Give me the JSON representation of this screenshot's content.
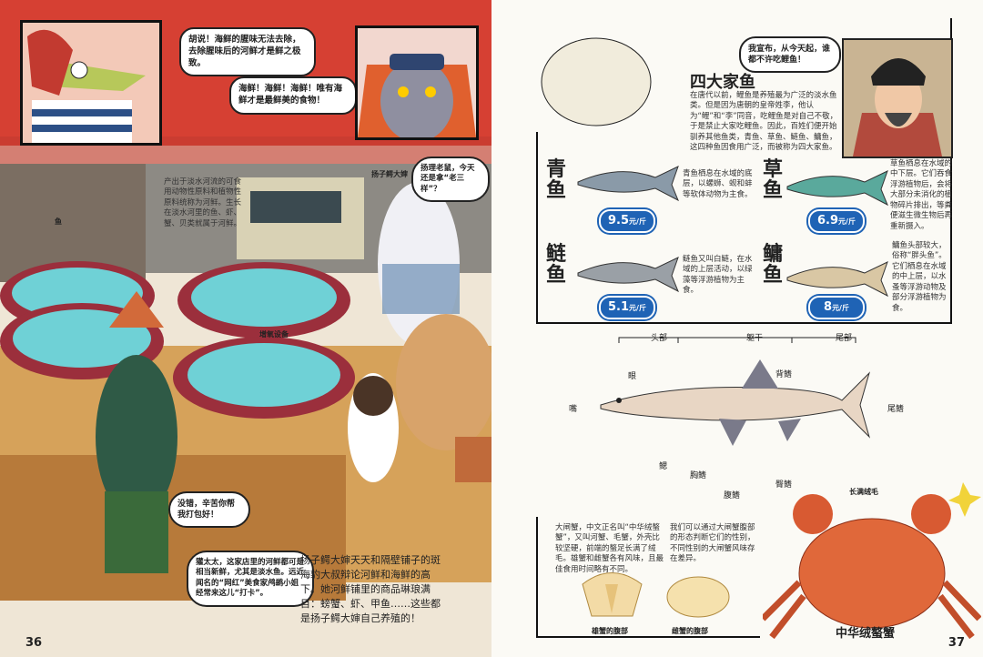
{
  "left_page": {
    "bubble_1": "胡说！海鲜的腥味无法去除，去除腥味后的河鲜才是鲜之极致。",
    "bubble_2": "海鲜！海鲜！海鲜！唯有海鲜才是最鲜美的食物！",
    "intro": "产出于淡水河流的可食用动物性原料和植物性原料统称为河鲜。生长在淡水河里的鱼、虾、蟹、贝类就属于河鲜。",
    "shop_sign": "鱼",
    "label_aunt": "扬子鳄大婶",
    "label_device": "增氧设备",
    "bubble_kid": "扬理老鼠，今天还是拿“老三样”？",
    "bubble_buy": "没错，辛苦你帮我打包好！",
    "bubble_mrs": "獾太太，这家店里的河鲜都可是相当新鲜，尤其是淡水鱼。远近闻名的“网红”美食家鸬鹚小姐经常来这儿“打卡”。",
    "story": "扬子鳄大婶天天和隔壁铺子的斑海豹大叔辩论河鲜和海鲜的高下。她河鲜铺里的商品琳琅满目：螃蟹、虾、甲鱼……这些都是扬子鳄大婶自己养殖的！",
    "page_number": "36"
  },
  "right_page": {
    "emperor_bubble": "我宣布，从今天起，谁都不许吃鲤鱼！",
    "section_title": "四大家鱼",
    "section_text": "在唐代以前，鲤鱼是养殖最为广泛的淡水鱼类。但是因为唐朝的皇帝姓李，他认为“鲤”和“李”同音，吃鲤鱼是对自己不敬，于是禁止大家吃鲤鱼。因此，百姓们便开始驯养其他鱼类，青鱼、草鱼、鲢鱼、鳙鱼，这四种鱼因食用广泛，而被称为四大家鱼。",
    "fish": [
      {
        "name": "青鱼",
        "price": "9.5",
        "unit": "元/斤",
        "desc": "青鱼栖息在水域的底层，以螺蛳、蚬和蚌等软体动物为主食。",
        "color": "#8a9aa8"
      },
      {
        "name": "草鱼",
        "price": "6.9",
        "unit": "元/斤",
        "desc": "草鱼栖息在水域的中下层。它们吞食浮游植物后，会将大部分未消化的植物碎片排出，等粪便滋生微生物后再重新摄入。",
        "color": "#5aa99c"
      },
      {
        "name": "鲢鱼",
        "price": "5.1",
        "unit": "元/斤",
        "desc": "鲢鱼又叫白鲢，在水域的上层活动，以绿藻等浮游植物为主食。",
        "color": "#9aa0a6"
      },
      {
        "name": "鳙鱼",
        "price": "8",
        "unit": "元/斤",
        "desc": "鳙鱼头部较大，俗称“胖头鱼”。它们栖息在水域的中上层，以水蚤等浮游动物及部分浮游植物为食。",
        "color": "#d9c7a4"
      }
    ],
    "anatomy": {
      "head": "头部",
      "trunk": "躯干",
      "tail": "尾部",
      "eye": "眼",
      "mouth": "嘴",
      "gill": "鳃",
      "dorsal_fin": "背鳍",
      "caudal_fin": "尾鳍",
      "pectoral_fin": "胸鳍",
      "pelvic_fin": "腹鳍",
      "anal_fin": "臀鳍"
    },
    "crab": {
      "text_left": "大闸蟹，中文正名叫“中华绒螯蟹”，又叫河蟹、毛蟹，外壳比较坚硬，前端的螯足长满了绒毛。雄蟹和雌蟹各有风味，且最佳食用时间略有不同。",
      "text_right": "我们可以通过大闸蟹腹部的形态判断它们的性别，不同性别的大闸蟹风味存在差异。",
      "male_label": "雄蟹的腹部",
      "female_label": "雌蟹的腹部",
      "hair_label": "长满绒毛",
      "title": "中华绒螯蟹"
    },
    "page_number": "37"
  }
}
